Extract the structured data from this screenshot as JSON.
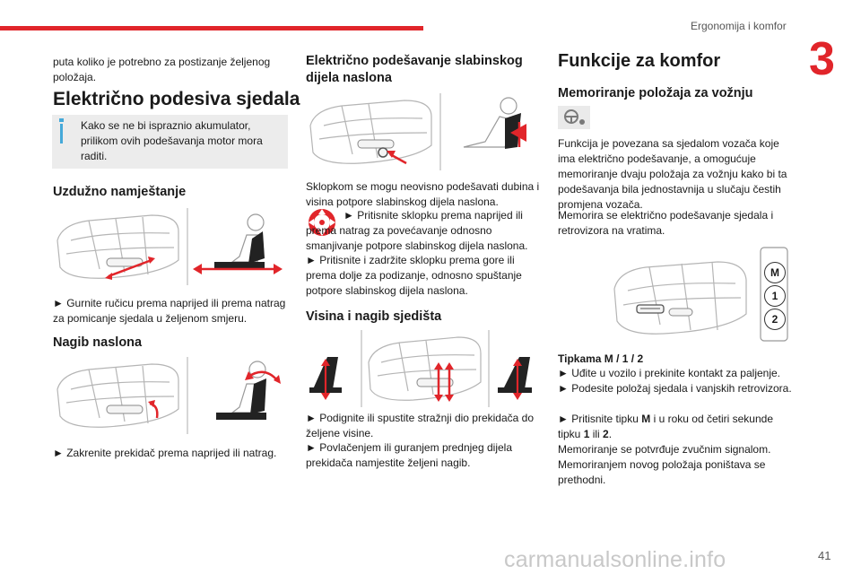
{
  "header": {
    "section_title": "Ergonomija i komfor",
    "chapter_number": "3",
    "page_number": "41"
  },
  "watermark": "carmanualsonline.info",
  "col1": {
    "intro": "puta koliko je potrebno za postizanje željenog položaja.",
    "title": "Električno podesiva sjedala",
    "note": "Kako se ne bi ispraznio akumulator, prilikom ovih podešavanja motor mora raditi.",
    "sec1_title": "Uzdužno namještanje",
    "sec1_text": "► Gurnite ručicu prema naprijed ili prema natrag za pomicanje sjedala u željenom smjeru.",
    "sec2_title": "Nagib naslona",
    "sec2_text": "► Zakrenite prekidač prema naprijed ili natrag."
  },
  "col2": {
    "title": "Električno podešavanje slabinskog dijela naslona",
    "text1": "Sklopkom se mogu neovisno podešavati dubina i visina potpore slabinskog dijela naslona.",
    "bullet1": "► Pritisnite sklopku prema naprijed ili prema natrag za povećavanje odnosno smanjivanje potpore slabinskog dijela naslona.",
    "bullet2": "► Pritisnite i zadržite sklopku prema gore ili prema dolje za podizanje, odnosno spuštanje potpore slabinskog dijela naslona.",
    "sec_title": "Visina i nagib sjedišta",
    "bullet3": "► Podignite ili spustite stražnji dio prekidača do željene visine.",
    "bullet4": "► Povlačenjem ili guranjem prednjeg dijela prekidača namjestite željeni nagib."
  },
  "col3": {
    "title": "Funkcije za komfor",
    "subtitle": "Memoriranje položaja za vožnju",
    "text1": "Funkcija je povezana sa sjedalom vozača koje ima električno podešavanje, a omogućuje memoriranje dvaju položaja za vožnju kako bi ta podešavanja bila jednostavnija u slučaju čestih promjena vozača.",
    "text2": "Memorira se električno podešavanje sjedala i retrovizora na vratima.",
    "buttons": [
      "M",
      "1",
      "2"
    ],
    "keys_label": "Tipkama M / 1 / 2",
    "b1": "► Uđite u vozilo i prekinite kontakt za paljenje.",
    "b2": "► Podesite položaj sjedala i vanjskih retrovizora.",
    "b3_pre": "► Pritisnite tipku ",
    "b3_m": "M",
    "b3_mid": " i u roku od četiri sekunde tipku ",
    "b3_1": "1",
    "b3_or": " ili ",
    "b3_2": "2",
    "b3_end": ".",
    "text3": "Memoriranje se potvrđuje zvučnim signalom.",
    "text4": "Memoriranjem novog položaja poništava se prethodni."
  }
}
